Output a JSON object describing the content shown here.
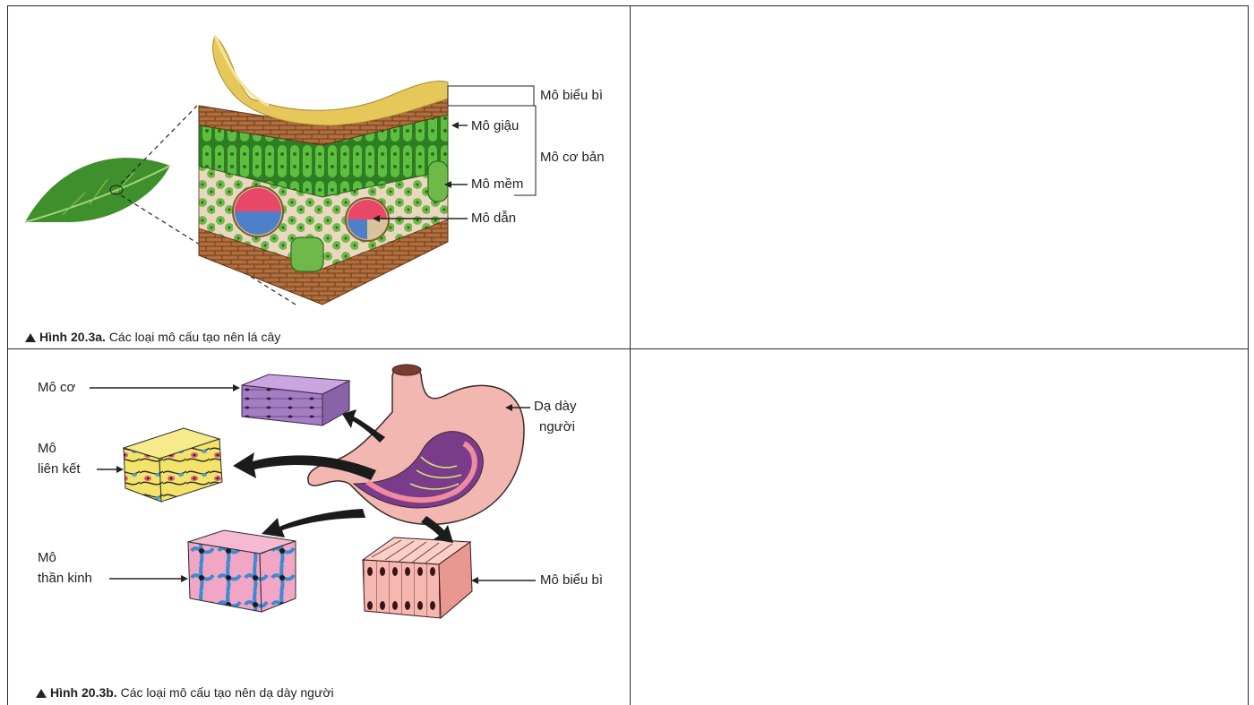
{
  "figure_a": {
    "labels": {
      "epidermis": "Mô biểu bì",
      "palisade": "Mô giậu",
      "ground": "Mô cơ bản",
      "spongy": "Mô mềm",
      "vascular": "Mô dẫn"
    },
    "caption_number": "Hình 20.3a.",
    "caption_text": "Các loại mô cấu tạo nên lá cây"
  },
  "figure_b": {
    "labels": {
      "muscle": "Mô cơ",
      "connective_1": "Mô",
      "connective_2": "liên kết",
      "nerve_1": "Mô",
      "nerve_2": "thần kinh",
      "epithelial": "Mô biểu bì",
      "stomach_1": "Dạ dày",
      "stomach_2": "người"
    },
    "caption_number": "Hình 20.3b.",
    "caption_text": "Các loại mô cấu tạo nên dạ dày người"
  },
  "colors": {
    "leaf_green": "#3f8f2c",
    "epidermis_yellow": "#e6c85a",
    "palisade_green": "#4fae3a",
    "vascular_brown": "#a5683a",
    "stomach_pink": "#f2b7b0",
    "muscle_purple": "#a57dc2",
    "epithelial_pink": "#f4b8b0"
  },
  "icons": [
    "triangle-marker-icon"
  ]
}
